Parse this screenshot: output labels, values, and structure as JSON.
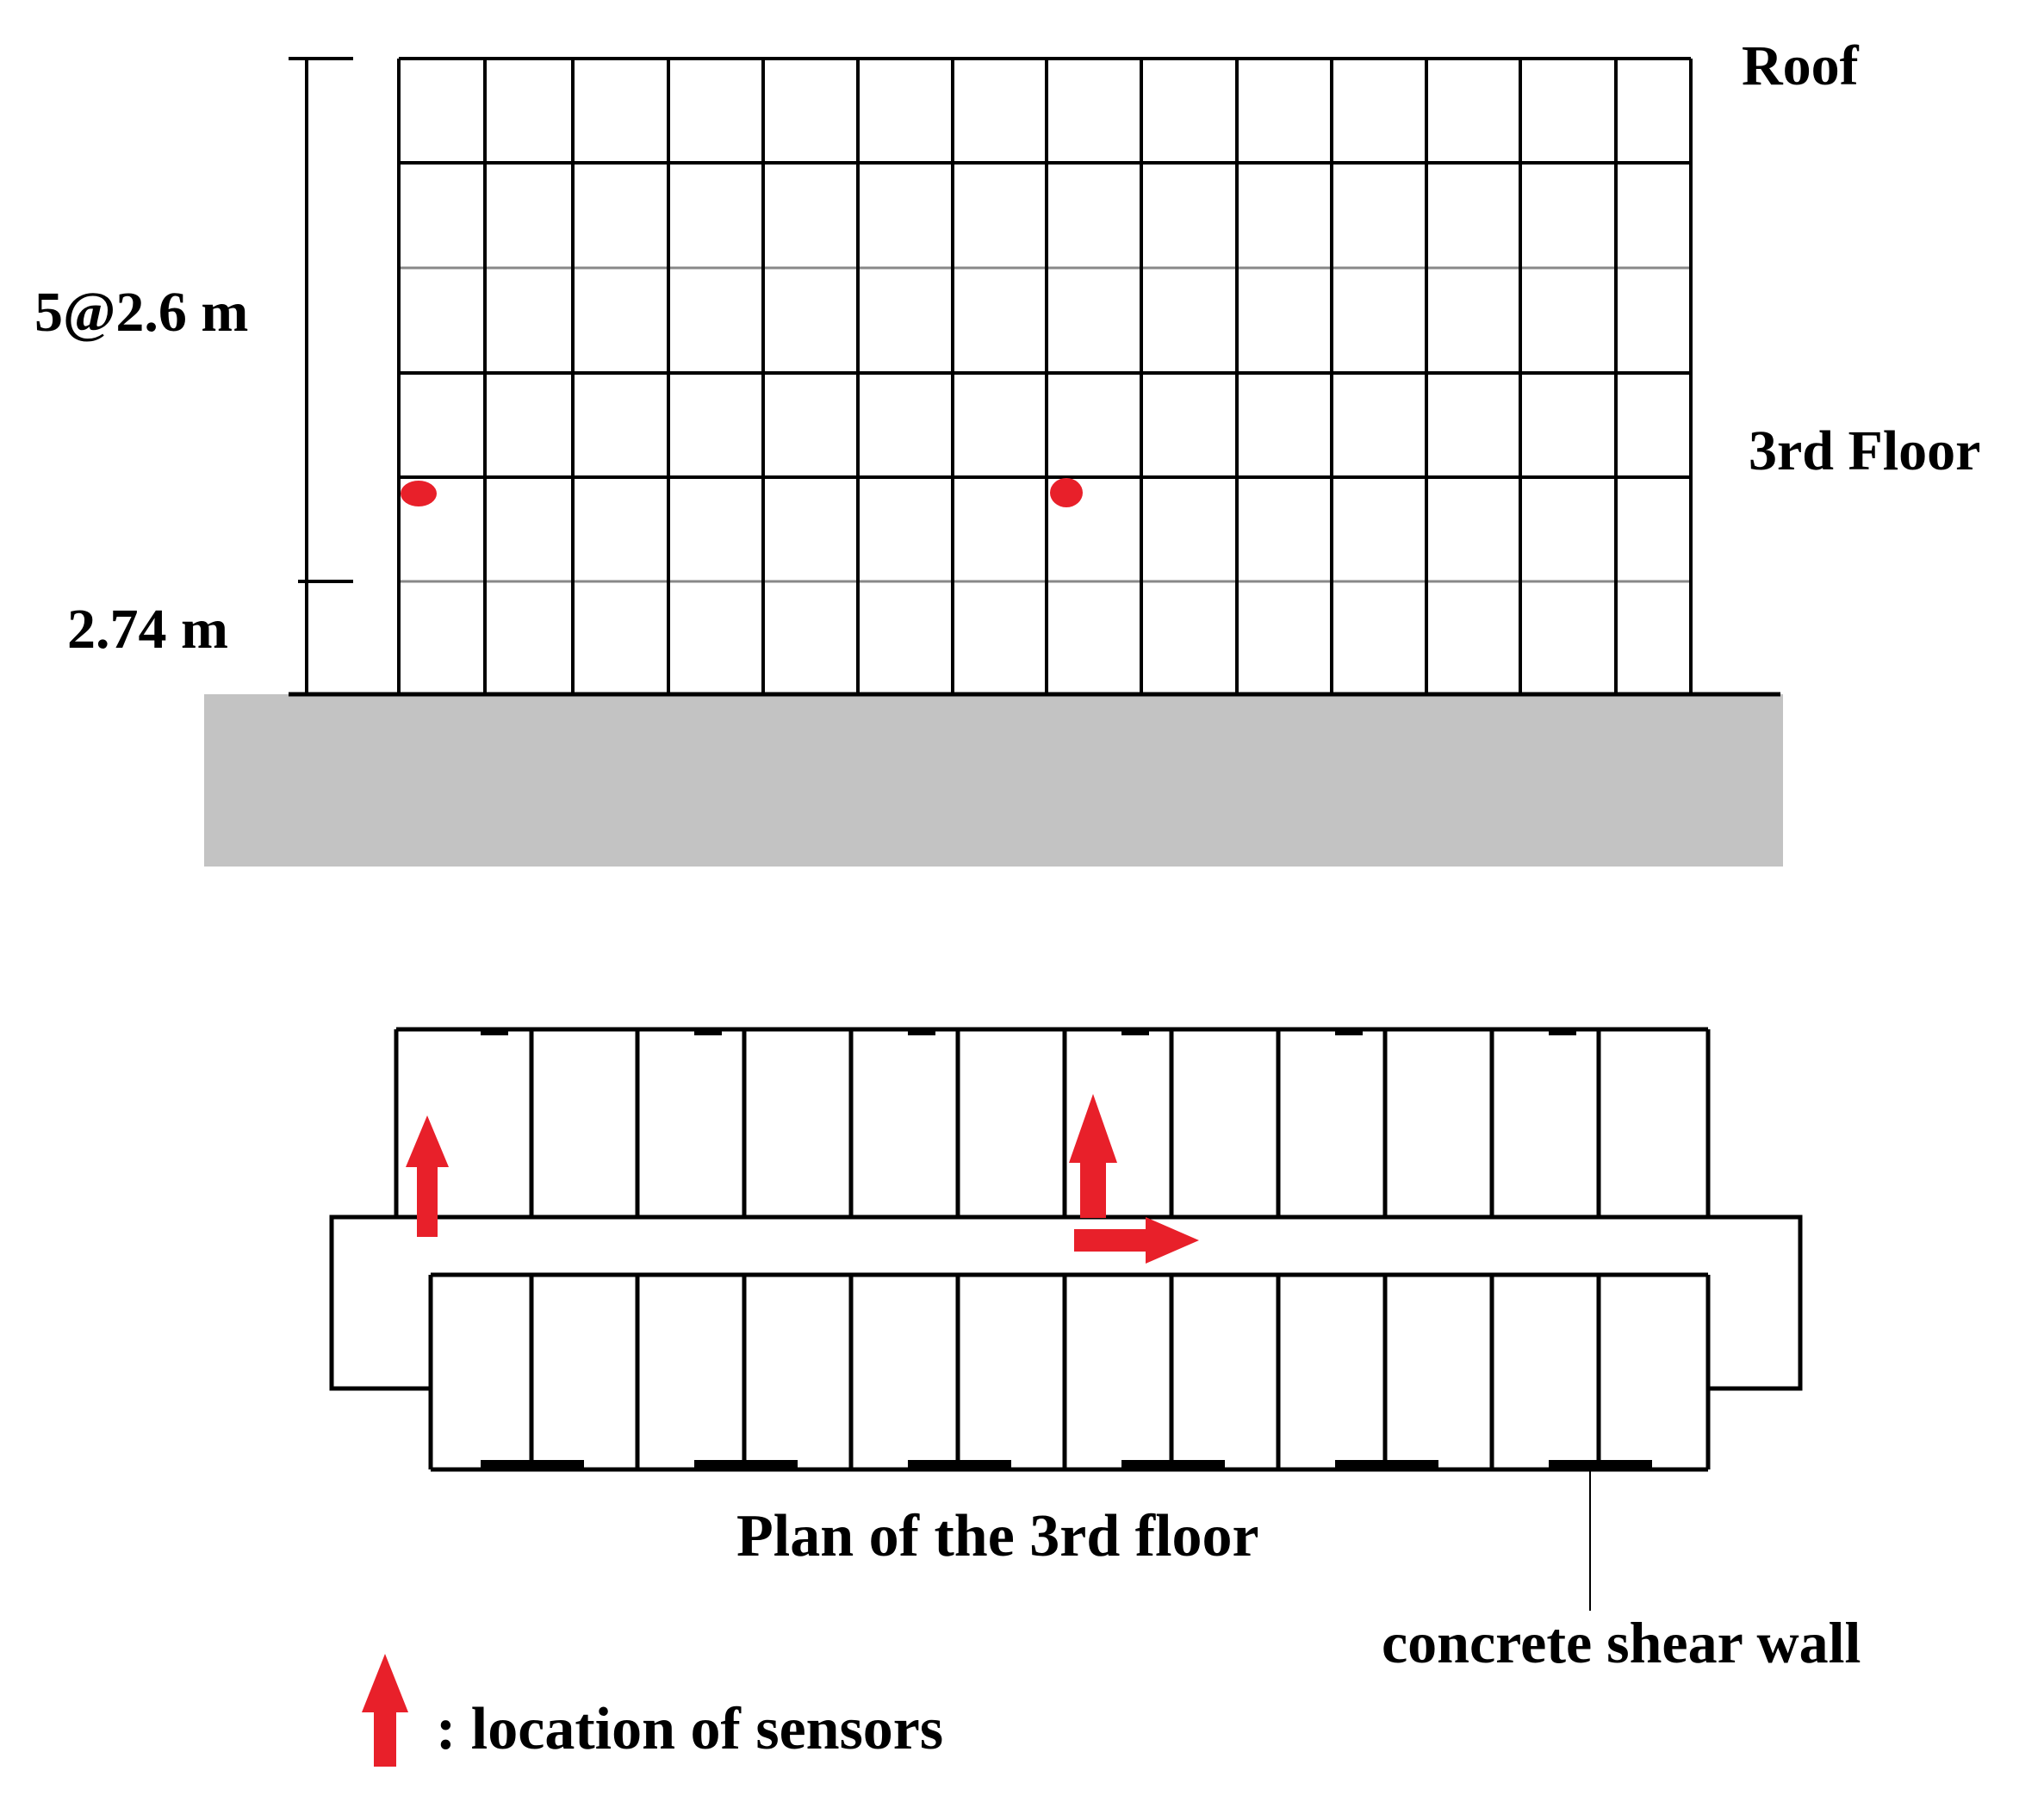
{
  "elevation": {
    "label_roof": "Roof",
    "label_third_floor": "3rd Floor",
    "dim_upper": "5@2.6 m",
    "dim_lower": "2.74 m"
  },
  "plan": {
    "title": "Plan of the 3rd floor",
    "callout": "concrete shear wall"
  },
  "legend": {
    "text": ": location of sensors"
  },
  "colors": {
    "sensor": "#e8202a",
    "line": "#000000",
    "ground": "#c3c3c3",
    "dashed_line": "#888888"
  }
}
